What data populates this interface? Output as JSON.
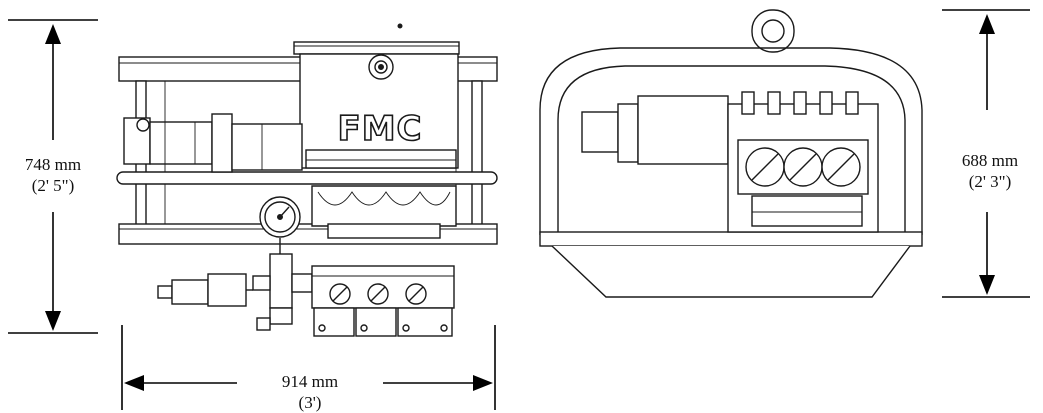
{
  "brand": {
    "logo_text": "FMC"
  },
  "dimensions": {
    "front_height": {
      "metric": "748 mm",
      "imperial": "(2' 5\")"
    },
    "front_width": {
      "metric": "914 mm",
      "imperial": "(3')"
    },
    "side_height": {
      "metric": "688 mm",
      "imperial": "(2' 3\")"
    }
  },
  "colors": {
    "line": "#1a1a1a",
    "background": "#ffffff"
  }
}
